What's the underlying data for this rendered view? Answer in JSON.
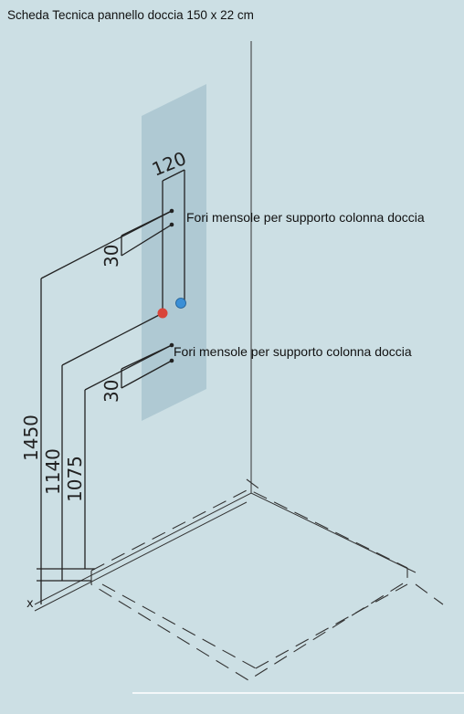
{
  "title": "Scheda Tecnica pannello doccia 150 x 22 cm",
  "notes": {
    "top": "Fori mensole per supporto colonna doccia",
    "bottom": "Fori mensole per supporto colonna doccia"
  },
  "dimensions": {
    "width_top": "120",
    "spacing_top": "30",
    "spacing_bottom": "30",
    "height_1": "1450",
    "height_2": "1140",
    "height_3": "1075",
    "origin": "x"
  },
  "colors": {
    "background": "#ccdfe4",
    "panel": "#a9c5d0",
    "hot_inlet": "#d9453a",
    "cold_inlet": "#3b8fd6",
    "line": "#222222"
  }
}
